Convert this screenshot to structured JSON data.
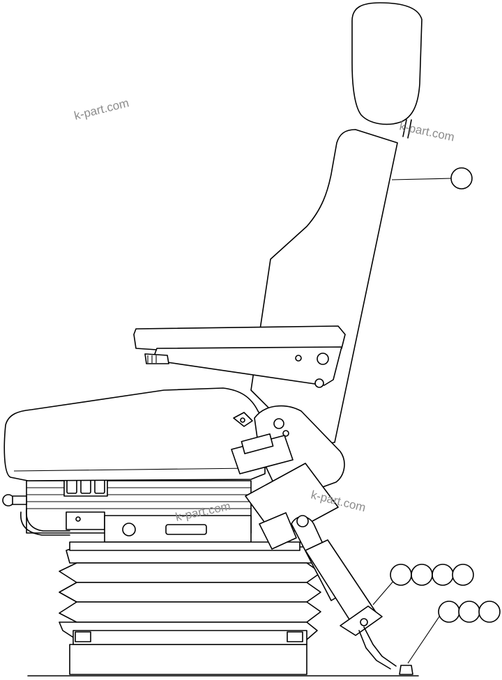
{
  "watermarks": [
    "k-part.com",
    "k-part.com",
    "k-part.com",
    "k-part.com"
  ],
  "callouts": {
    "backrest": {
      "count": 1
    },
    "belt_group": {
      "count": 4
    },
    "mount_group": {
      "count": 3
    }
  }
}
